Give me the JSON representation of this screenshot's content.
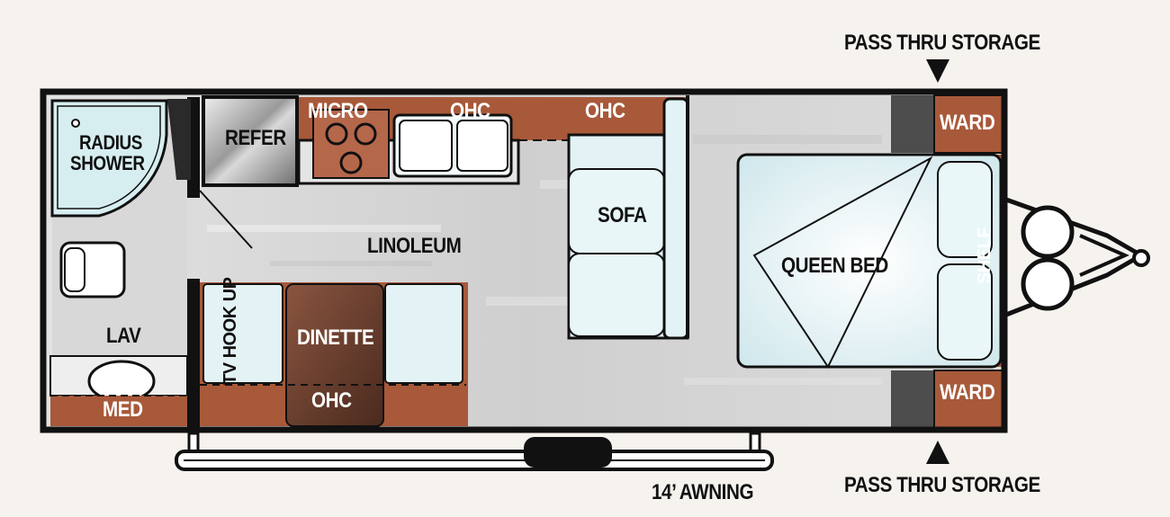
{
  "floorplan": {
    "labels": {
      "radius_shower": [
        "RADIUS",
        "SHOWER"
      ],
      "refer": "REFER",
      "micro": "MICRO",
      "ohc_kitchen": "OHC",
      "ohc_sofa": "OHC",
      "ohc_dinette": "OHC",
      "sofa": "SOFA",
      "linoleum": "LINOLEUM",
      "lav": "LAV",
      "med": "MED",
      "tv_hook_up": "TV HOOK UP",
      "dinette": "DINETTE",
      "queen_bed": "QUEEN BED",
      "shelf": "SHELF",
      "ward_top": "WARD",
      "ward_bottom": "WARD",
      "pass_thru_top": "PASS THRU STORAGE",
      "pass_thru_bottom": "PASS THRU STORAGE",
      "awning": "14’ AWNING"
    },
    "colors": {
      "wall": "#111111",
      "cabinet": "#a8593a",
      "furniture": "#e3f3f5",
      "floor": "#d6d6d6",
      "window": "#7ec9d4",
      "dinette_table": "#6a3d2c",
      "storage_gray": "#4d4d4d",
      "background": "#f6f3ef"
    }
  }
}
